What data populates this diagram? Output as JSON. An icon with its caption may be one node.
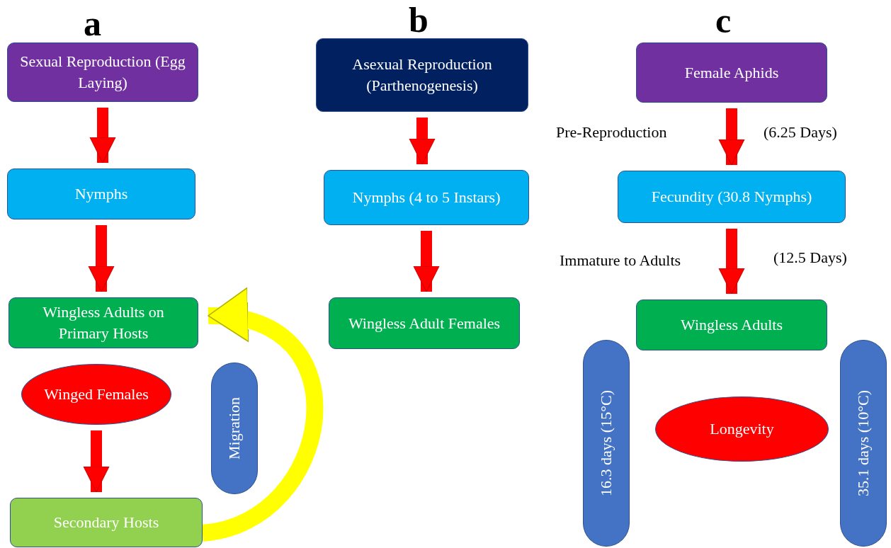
{
  "diagram": {
    "nodes": [
      {
        "text": [
          "Sexual Reproduction (Egg Laying)"
        ]
      },
      {
        "text": [
          "Nymphs"
        ]
      },
      {
        "text": [
          "Wingless Adults on Primary Hosts"
        ]
      },
      {
        "text": [
          "Winged Females"
        ]
      },
      {
        "text": [
          "Secondary Hosts"
        ]
      },
      {
        "text": [
          "Migration"
        ]
      },
      {
        "text": [
          "Asexual Reproduction (Parthenogenesis)"
        ]
      },
      {
        "text": [
          "Nymphs (4 to 5 Instars)"
        ]
      },
      {
        "text": [
          "Wingless Adult Females"
        ]
      },
      {
        "text": [
          "Female Aphids"
        ]
      },
      {
        "text": [
          "Fecundity (30.8 Nymphs)"
        ]
      },
      {
        "text": [
          "Wingless Adults"
        ]
      },
      {
        "text": [
          "16.3 days (15°C)"
        ]
      },
      {
        "text": [
          "Longevity"
        ]
      },
      {
        "text": [
          "35.1 days (10°C)"
        ]
      }
    ],
    "edges": [
      {
        "from": 0,
        "to": 1,
        "arrow": "to"
      },
      {
        "from": 1,
        "to": 2,
        "arrow": "to"
      },
      {
        "from": 3,
        "to": 4,
        "arrow": "to"
      },
      {
        "from": 4,
        "to": 2,
        "arrow": "to",
        "color": "#ffff00"
      },
      {
        "from": 6,
        "to": 7,
        "arrow": "to"
      },
      {
        "from": 7,
        "to": 8,
        "arrow": "to"
      },
      {
        "from": 9,
        "to": 10,
        "arrow": "to",
        "label": "Pre-Reproduction"
      },
      {
        "from": 10,
        "to": 11,
        "arrow": "to",
        "label": "Immature to Adults"
      }
    ],
    "labels": [
      "a",
      "b",
      "c",
      "(6.25 Days)",
      "(12.5 Days)"
    ]
  }
}
